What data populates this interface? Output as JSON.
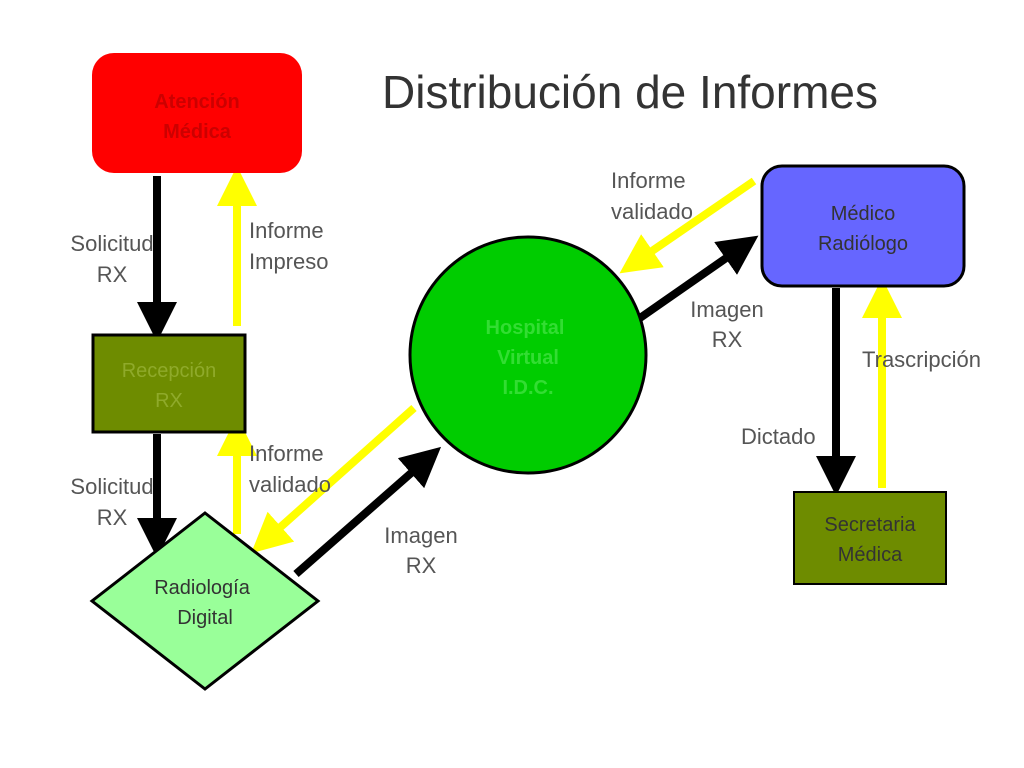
{
  "title": "Distribución de Informes",
  "colors": {
    "red": "#ff0000",
    "olive": "#6e8c00",
    "green": "#00cc00",
    "light_green": "#99ff99",
    "blue": "#6666ff",
    "black_arrow": "#000000",
    "yellow_arrow": "#ffff00"
  },
  "nodes": {
    "atencion": {
      "line1": "Atención",
      "line2": "Médica"
    },
    "recepcion": {
      "line1": "Recepción",
      "line2": "RX"
    },
    "radiologia": {
      "line1": "Radiología",
      "line2": "Digital"
    },
    "hospital": {
      "line1": "Hospital",
      "line2": "Virtual",
      "line3": "I.D.C."
    },
    "medico": {
      "line1": "Médico",
      "line2": "Radiólogo"
    },
    "secretaria": {
      "line1": "Secretaria",
      "line2": "Médica"
    }
  },
  "labels": {
    "solicitud1": {
      "line1": "Solicitud",
      "line2": "RX"
    },
    "solicitud2": {
      "line1": "Solicitud",
      "line2": "RX"
    },
    "informe_impreso": {
      "line1": "Informe",
      "line2": "Impreso"
    },
    "informe_validado_left": {
      "line1": "Informe",
      "line2": "validado"
    },
    "informe_validado_top": {
      "line1": "Informe",
      "line2": "validado"
    },
    "imagen_left": {
      "line1": "Imagen",
      "line2": "RX"
    },
    "imagen_right": {
      "line1": "Imagen",
      "line2": "RX"
    },
    "trascripcion": "Trascripción",
    "dictado": "Dictado"
  }
}
